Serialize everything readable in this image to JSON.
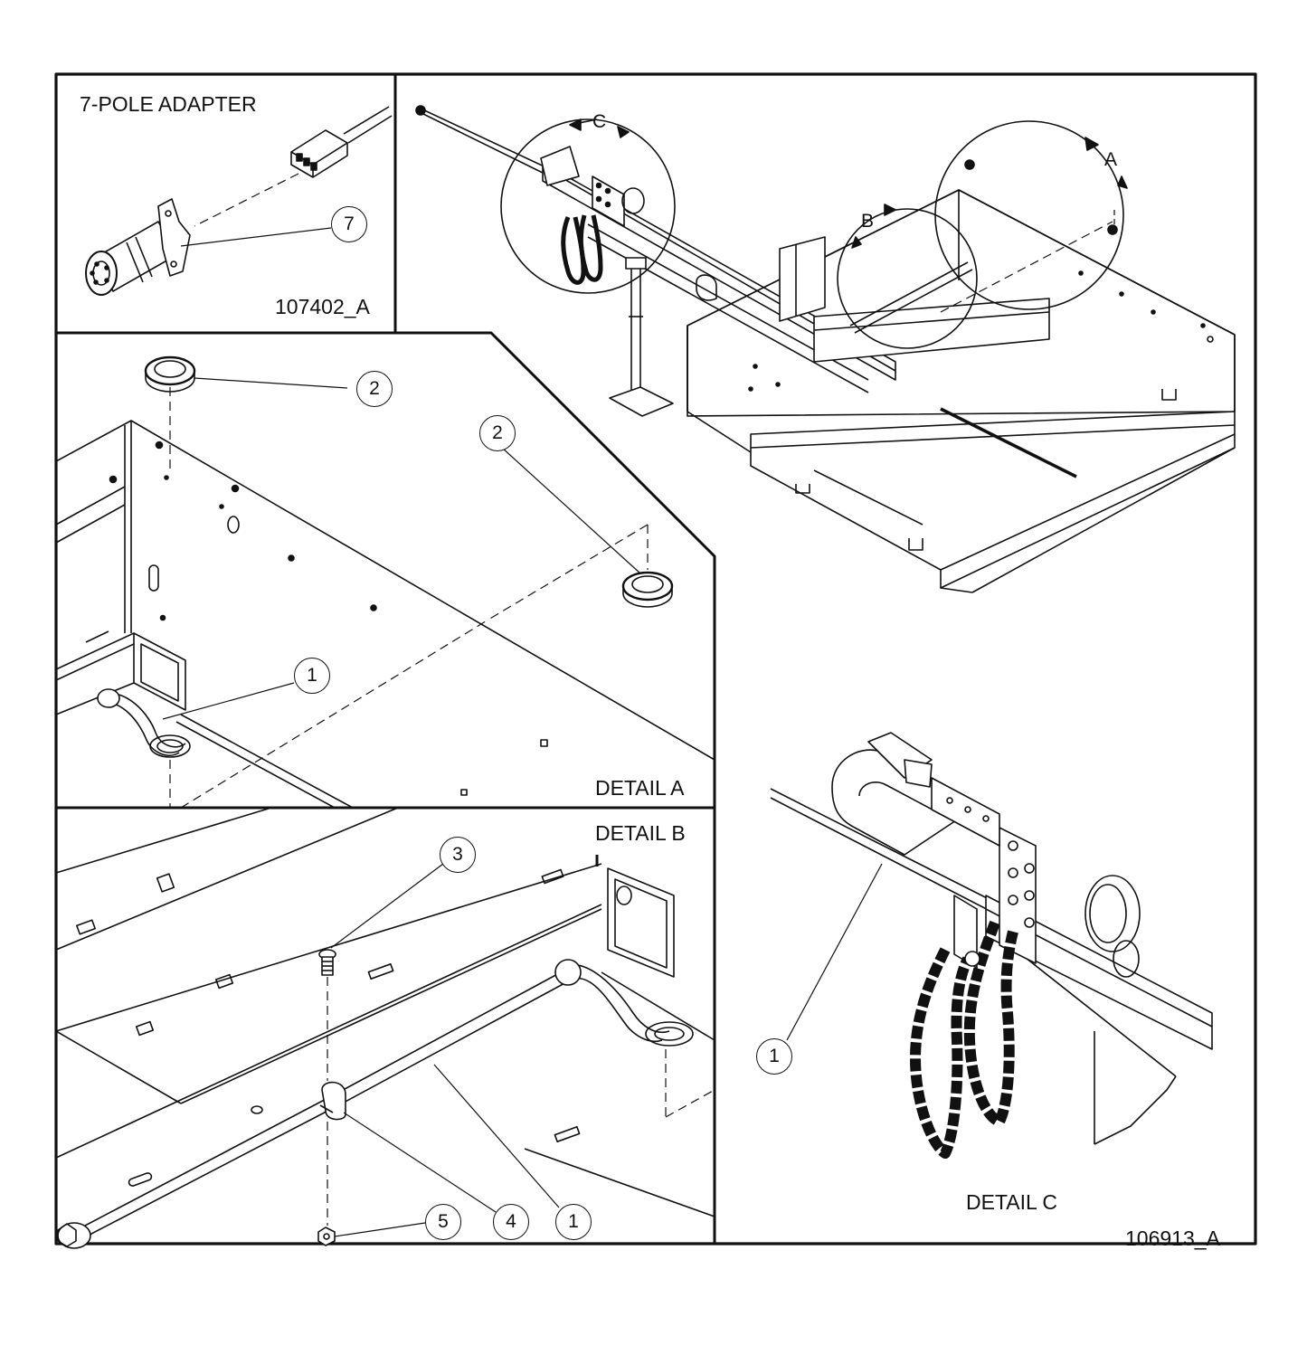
{
  "panels": {
    "adapter": {
      "title": "7-POLE ADAPTER",
      "drawing_no": "107402_A"
    },
    "detail_a": {
      "label": "DETAIL A"
    },
    "detail_b": {
      "label": "DETAIL B"
    },
    "detail_c": {
      "label": "DETAIL C"
    },
    "main": {
      "drawing_no": "106913_A"
    }
  },
  "view_markers": {
    "a": "A",
    "b": "B",
    "c": "C"
  },
  "callouts": {
    "adapter_7": "7",
    "a_grommet_top": "2",
    "a_grommet_right": "2",
    "a_harness": "1",
    "b_bolt": "3",
    "b_clamp": "4",
    "b_nut": "5",
    "b_harness": "1",
    "c_harness": "1"
  },
  "colors": {
    "line": "#111111",
    "background": "#ffffff"
  }
}
